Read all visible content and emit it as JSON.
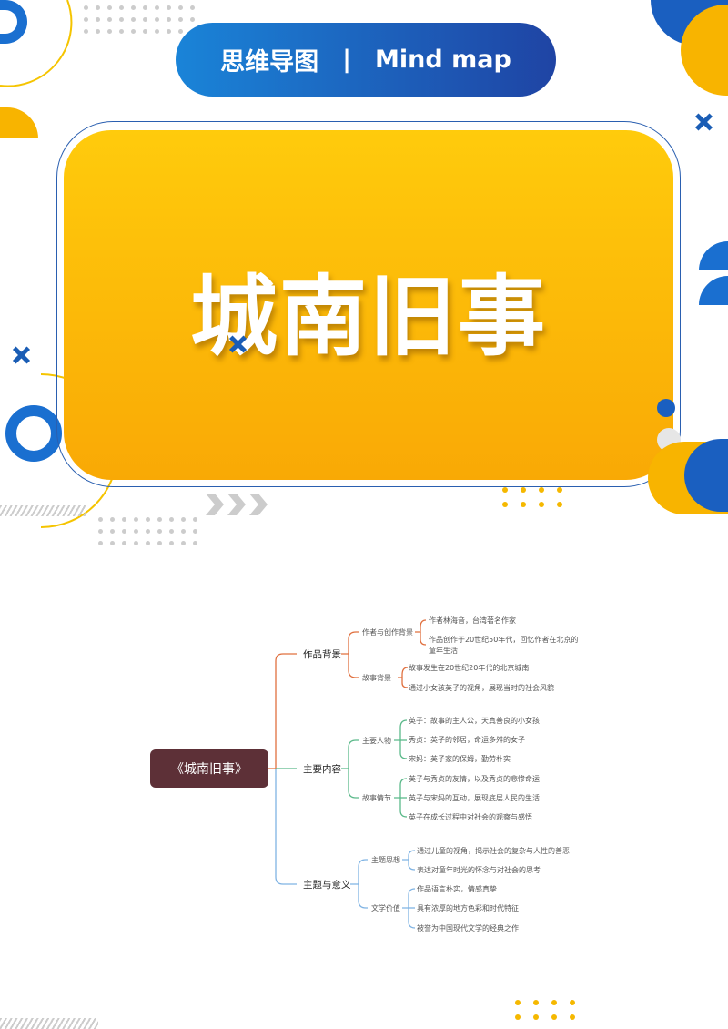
{
  "header": {
    "left": "思维导图",
    "sep": "|",
    "right": "Mind map"
  },
  "title": "城南旧事",
  "mindmap": {
    "root": "《城南旧事》",
    "branches": [
      {
        "label": "作品背景",
        "color": "#e0703f",
        "children": [
          {
            "label": "作者与创作背景",
            "leaves": [
              "作者林海音，台湾著名作家",
              "作品创作于20世纪50年代，回忆作者在北京的童年生活"
            ]
          },
          {
            "label": "故事背景",
            "leaves": [
              "故事发生在20世纪20年代的北京城南",
              "通过小女孩英子的视角，展现当时的社会风貌"
            ]
          }
        ]
      },
      {
        "label": "主要内容",
        "color": "#5bb98a",
        "children": [
          {
            "label": "主要人物",
            "leaves": [
              "英子：故事的主人公，天真善良的小女孩",
              "秀贞：英子的邻居，命运多舛的女子",
              "宋妈：英子家的保姆，勤劳朴实"
            ]
          },
          {
            "label": "故事情节",
            "leaves": [
              "英子与秀贞的友情，以及秀贞的悲惨命运",
              "英子与宋妈的互动，展现底层人民的生活",
              "英子在成长过程中对社会的观察与感悟"
            ]
          }
        ]
      },
      {
        "label": "主题与意义",
        "color": "#7fb3e3",
        "children": [
          {
            "label": "主题思想",
            "leaves": [
              "通过儿童的视角，揭示社会的复杂与人性的善恶",
              "表达对童年时光的怀念与对社会的思考"
            ]
          },
          {
            "label": "文学价值",
            "leaves": [
              "作品语言朴实，情感真挚",
              "具有浓厚的地方色彩和时代特征",
              "被誉为中国现代文学的经典之作"
            ]
          }
        ]
      }
    ]
  }
}
